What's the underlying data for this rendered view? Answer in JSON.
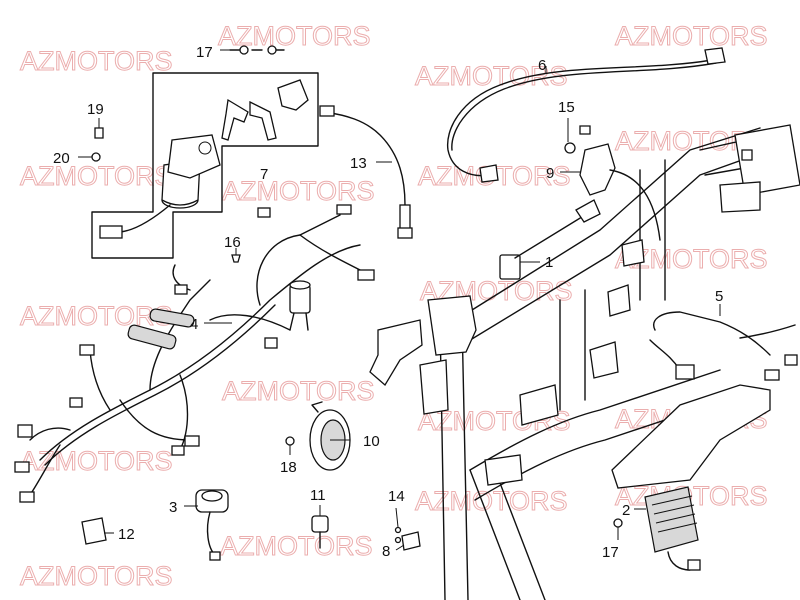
{
  "watermark": "AZMOTORS",
  "colors": {
    "line": "#111111",
    "watermark": "#e79a9a",
    "background": "#ffffff"
  },
  "callouts": {
    "c1": "1",
    "c2": "2",
    "c3": "3",
    "c4": "4",
    "c5": "5",
    "c6": "6",
    "c7": "7",
    "c8": "8",
    "c9": "9",
    "c10": "10",
    "c11": "11",
    "c12": "12",
    "c13": "13",
    "c14": "14",
    "c15": "15",
    "c16": "16",
    "c17a": "17",
    "c17b": "17",
    "c18": "18",
    "c19": "19",
    "c20": "20"
  }
}
